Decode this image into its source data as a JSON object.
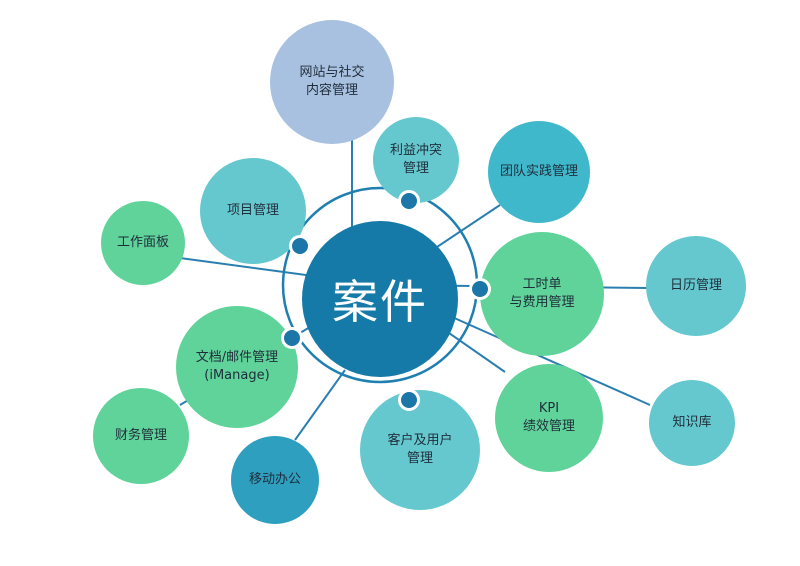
{
  "center": {
    "label": "案件"
  },
  "nodes": [
    {
      "id": "website-social",
      "label": "网站与社交\n内容管理",
      "color": "#a9c1e0"
    },
    {
      "id": "conflict-check",
      "label": "利益冲突\n管理",
      "color": "#66c8cf"
    },
    {
      "id": "team-practice",
      "label": "团队实践管理",
      "color": "#3fb8cc"
    },
    {
      "id": "project-mgmt",
      "label": "项目管理",
      "color": "#66c8cf"
    },
    {
      "id": "dashboard",
      "label": "工作面板",
      "color": "#5fd39a"
    },
    {
      "id": "timesheet-billing",
      "label": "工时单\n与费用管理",
      "color": "#5fd39a"
    },
    {
      "id": "calendar",
      "label": "日历管理",
      "color": "#66c8cf"
    },
    {
      "id": "doc-email",
      "label": "文档/邮件管理\n(iManage)",
      "color": "#5fd39a"
    },
    {
      "id": "finance",
      "label": "财务管理",
      "color": "#5fd39a"
    },
    {
      "id": "kpi",
      "label": "KPI\n绩效管理",
      "color": "#5fd39a"
    },
    {
      "id": "knowledge-base",
      "label": "知识库",
      "color": "#66c8cf"
    },
    {
      "id": "client-user",
      "label": "客户及用户\n管理",
      "color": "#66c8cf"
    },
    {
      "id": "mobile-office",
      "label": "移动办公",
      "color": "#2e9fbf"
    }
  ],
  "colors": {
    "center": "#167aa8",
    "ring": "#1f7fb0",
    "connector": "#2a7fb0",
    "dot": "#1c76a8"
  }
}
